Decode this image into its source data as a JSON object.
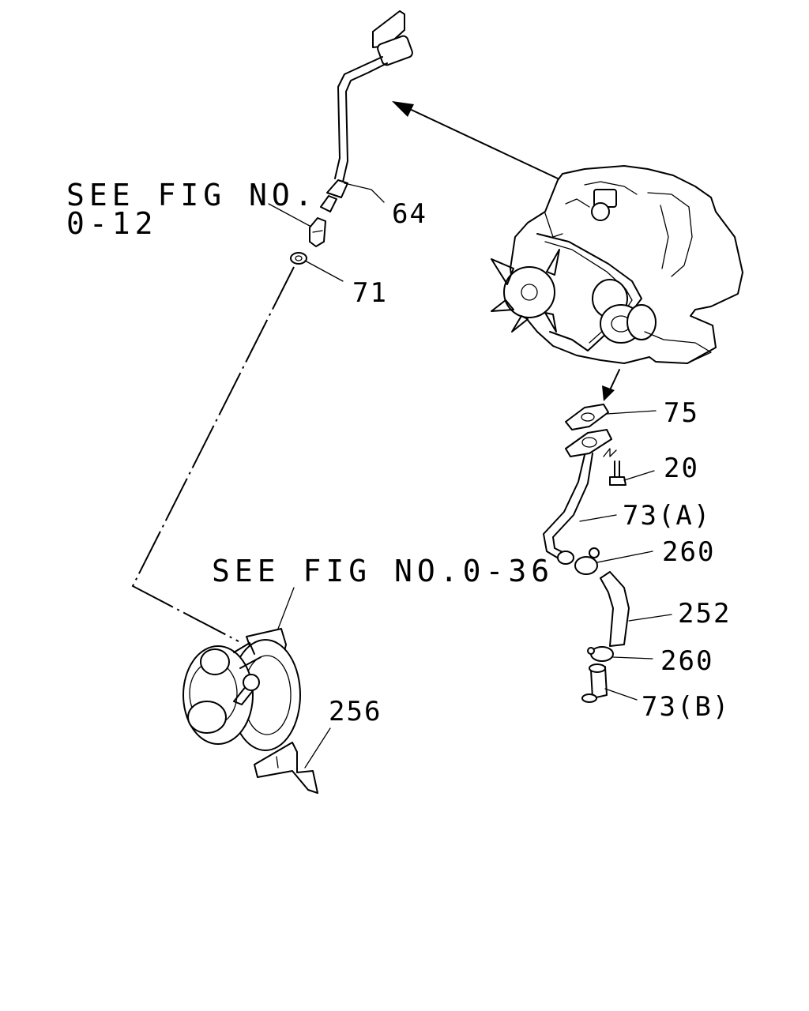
{
  "diagram": {
    "references": [
      {
        "id": "ref-fig-0-12",
        "lines": [
          "SEE FIG NO.",
          "0-12"
        ]
      },
      {
        "id": "ref-fig-0-36",
        "lines": [
          "SEE FIG NO.0-36"
        ]
      }
    ],
    "callouts": {
      "c64": "64",
      "c71": "71",
      "c75": "75",
      "c20": "20",
      "c73a": "73(A)",
      "c260a": "260",
      "c252": "252",
      "c260b": "260",
      "c73b": "73(B)",
      "c256": "256"
    },
    "parts": [
      {
        "name": "engine-assembly"
      },
      {
        "name": "oil-feed-pipe-64"
      },
      {
        "name": "union-bolt-fitting"
      },
      {
        "name": "washer-71"
      },
      {
        "name": "gasket-75"
      },
      {
        "name": "bolt-20"
      },
      {
        "name": "oil-return-pipe-73a"
      },
      {
        "name": "clip-260"
      },
      {
        "name": "hose-252"
      },
      {
        "name": "pipe-73b"
      },
      {
        "name": "turbocharger"
      },
      {
        "name": "bracket-256"
      }
    ]
  }
}
